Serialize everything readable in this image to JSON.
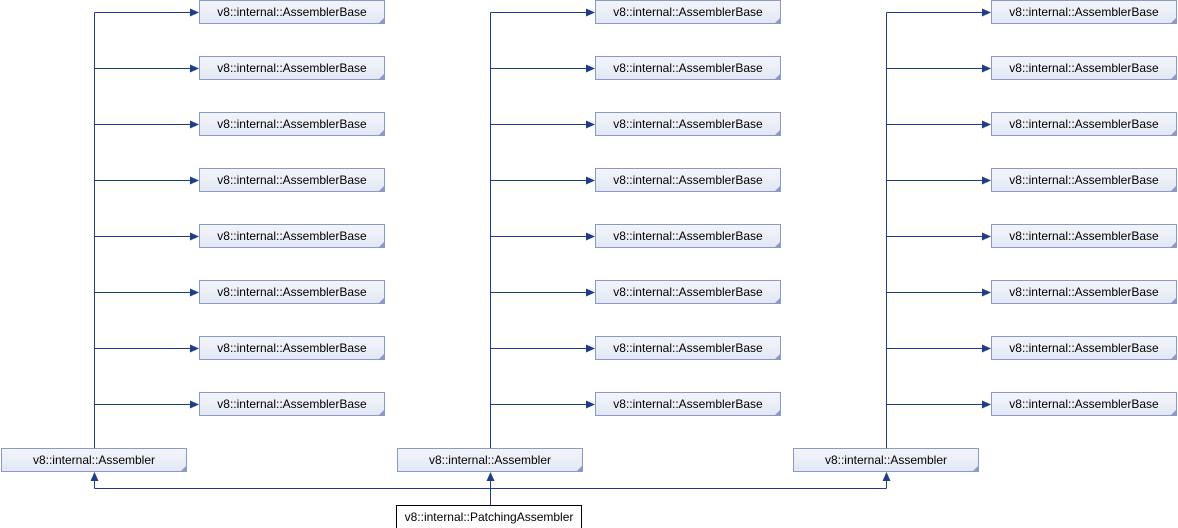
{
  "diagram": {
    "base_class": "v8::internal::AssemblerBase",
    "middle_class": "v8::internal::Assembler",
    "leaf_class": "v8::internal::PatchingAssembler",
    "columns": 3,
    "bases_per_column": 8,
    "colors": {
      "edge": "#1f3c88",
      "node_border": "#8a9ac8",
      "node_fill": "#e2e7f3",
      "current_border": "#000000"
    }
  }
}
